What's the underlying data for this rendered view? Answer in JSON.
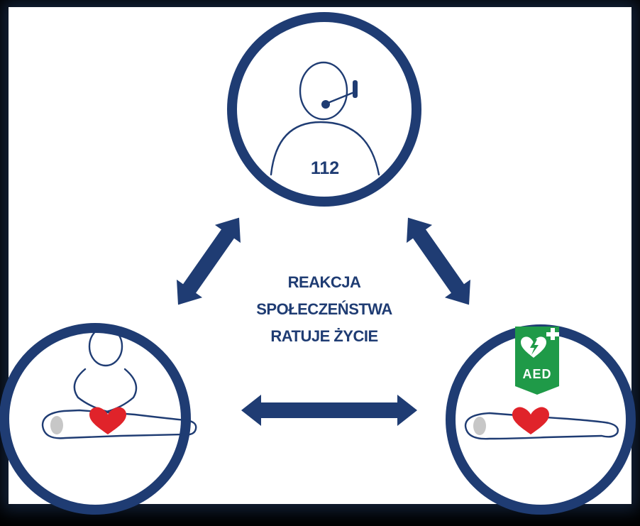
{
  "colors": {
    "primary": "#1f3c73",
    "heart": "#e0232a",
    "aed_green": "#1f9a48",
    "background": "#000000",
    "panel": "#ffffff"
  },
  "center": {
    "lines": [
      "REAKCJA",
      "SPOŁECZEŃSTWA",
      "RATUJE ŻYCIE"
    ]
  },
  "nodes": {
    "top": {
      "icon": "dispatcher-headset-icon",
      "label": "112"
    },
    "left": {
      "icon": "cpr-chest-compression-icon"
    },
    "right": {
      "icon": "aed-defibrillator-icon",
      "sign_label": "AED"
    }
  }
}
